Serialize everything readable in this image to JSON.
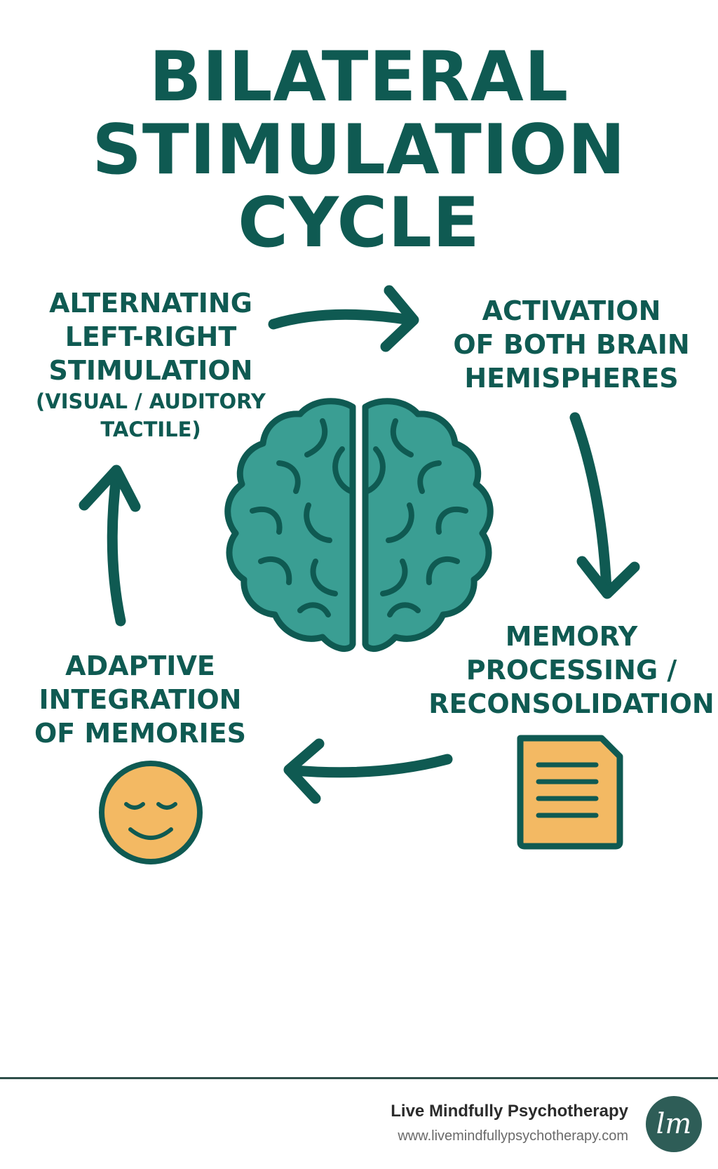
{
  "title": {
    "line1": "BILATERAL",
    "line2": "STIMULATION",
    "line3": "CYCLE"
  },
  "steps": [
    {
      "lines": [
        "ALTERNATING",
        "LEFT-RIGHT",
        "STIMULATION"
      ],
      "sub": [
        "(VISUAL / AUDITORY",
        "TACTILE)"
      ]
    },
    {
      "lines": [
        "ACTIVATION",
        "OF BOTH BRAIN",
        "HEMISPHERES"
      ]
    },
    {
      "lines": [
        "MEMORY",
        "PROCESSING /",
        "RECONSOLIDATION"
      ]
    },
    {
      "lines": [
        "ADAPTIVE",
        "INTEGRATION",
        "OF MEMORIES"
      ]
    }
  ],
  "icons": {
    "center": "brain-icon",
    "step3": "document-icon",
    "step4": "smiley-face-icon"
  },
  "colors": {
    "primary_teal": "#0f5a52",
    "brain_fill": "#3a9e93",
    "accent_yellow": "#f3b963",
    "footer_rule": "#2f4f4a"
  },
  "footer": {
    "brand_name": "Live Mindfully Psychotherapy",
    "brand_url": "www.livemindfullypsychotherapy.com",
    "logo_text": "lm"
  }
}
